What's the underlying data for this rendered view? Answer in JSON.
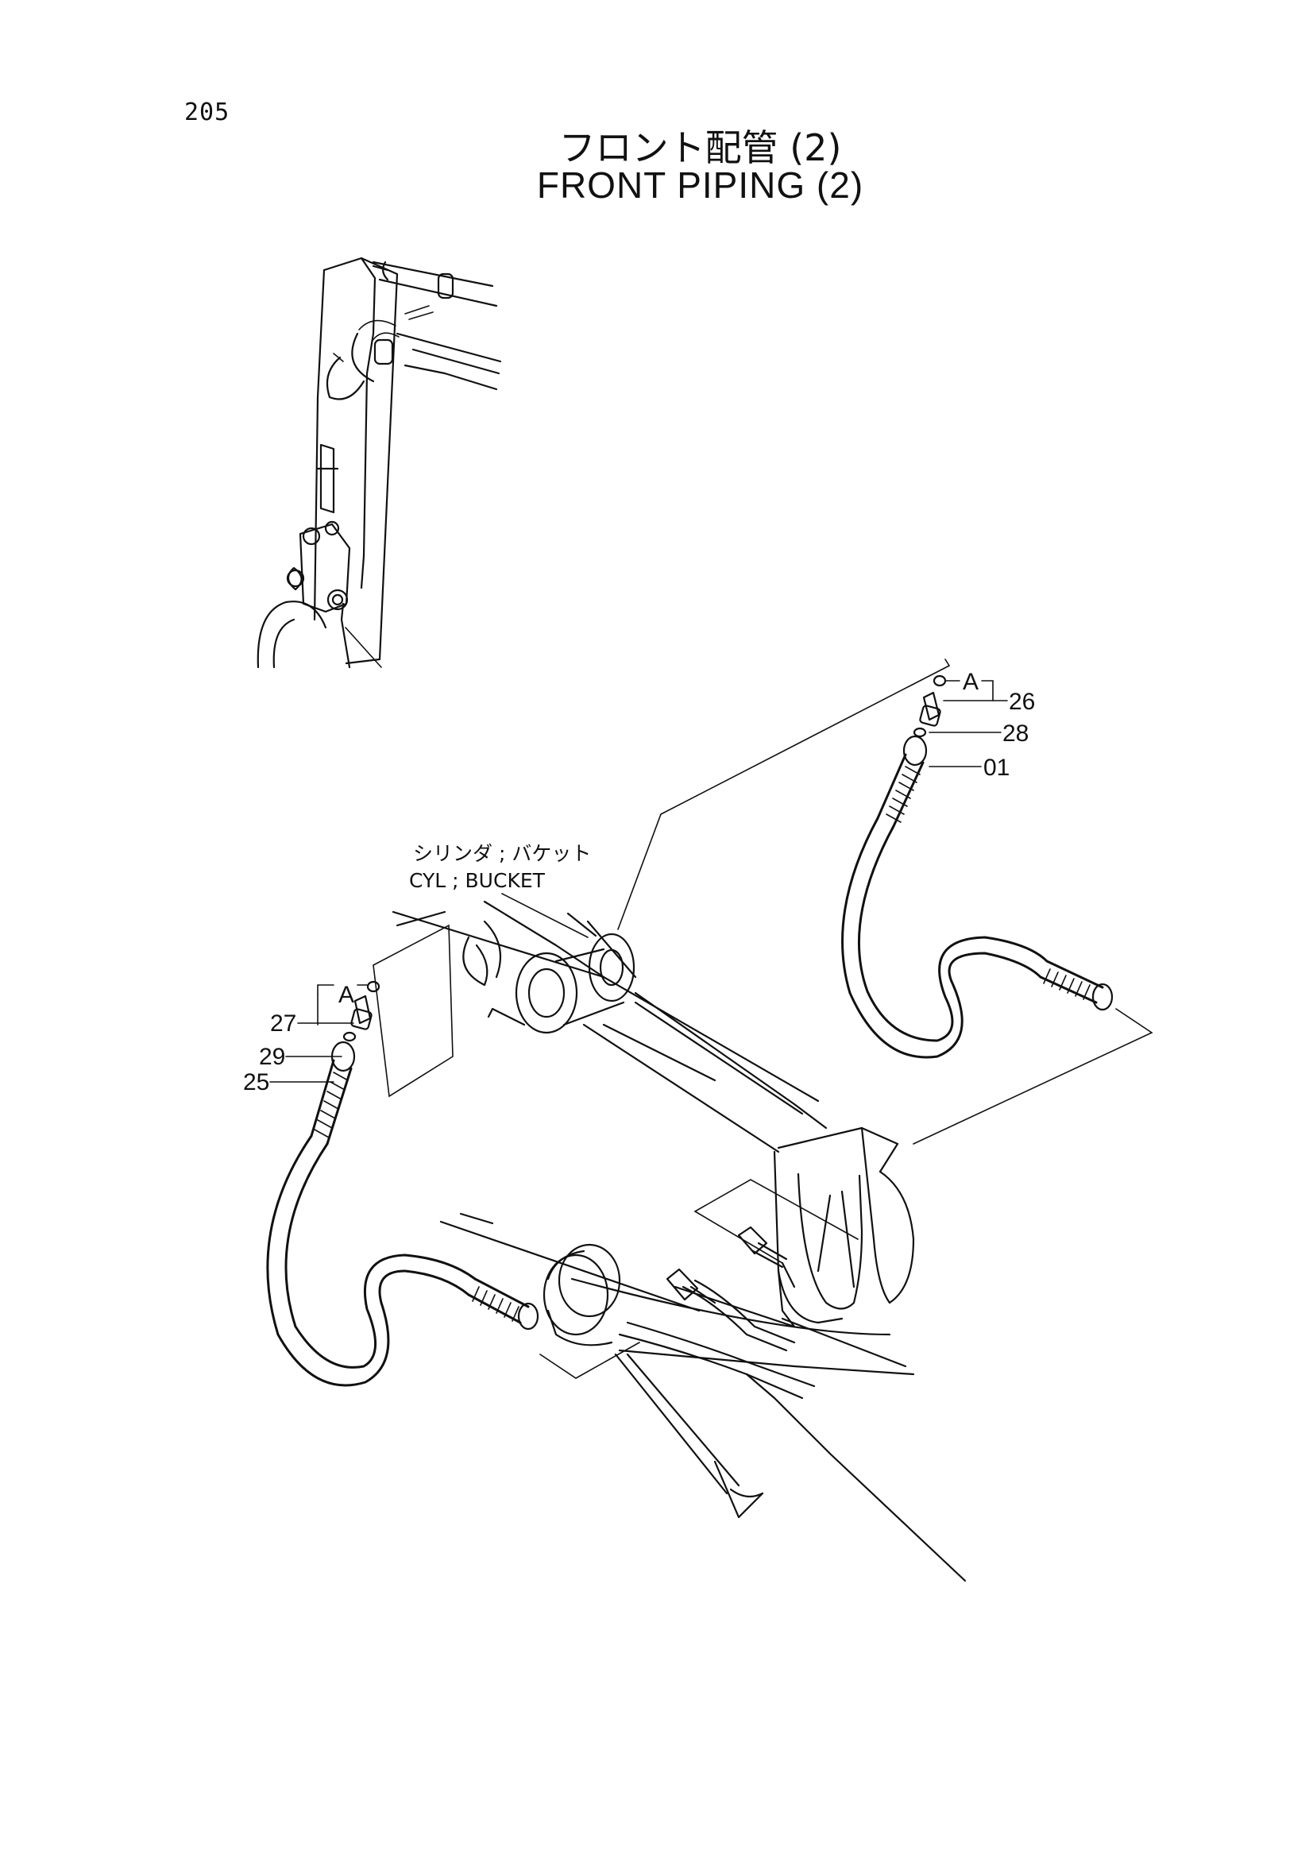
{
  "page": {
    "number": "205"
  },
  "title": {
    "jp": "フロント配管 (2)",
    "en": "FRONT PIPING (2)"
  },
  "cylinder_label": {
    "jp": "シリンダ ; バケット",
    "en": "CYL ; BUCKET"
  },
  "callouts": {
    "right_group": {
      "group": "A",
      "items": [
        "26",
        "28",
        "01"
      ]
    },
    "left_group": {
      "group": "A",
      "items": [
        "27",
        "29",
        "25"
      ]
    }
  },
  "colors": {
    "ink": "#111111",
    "paper": "#ffffff"
  }
}
